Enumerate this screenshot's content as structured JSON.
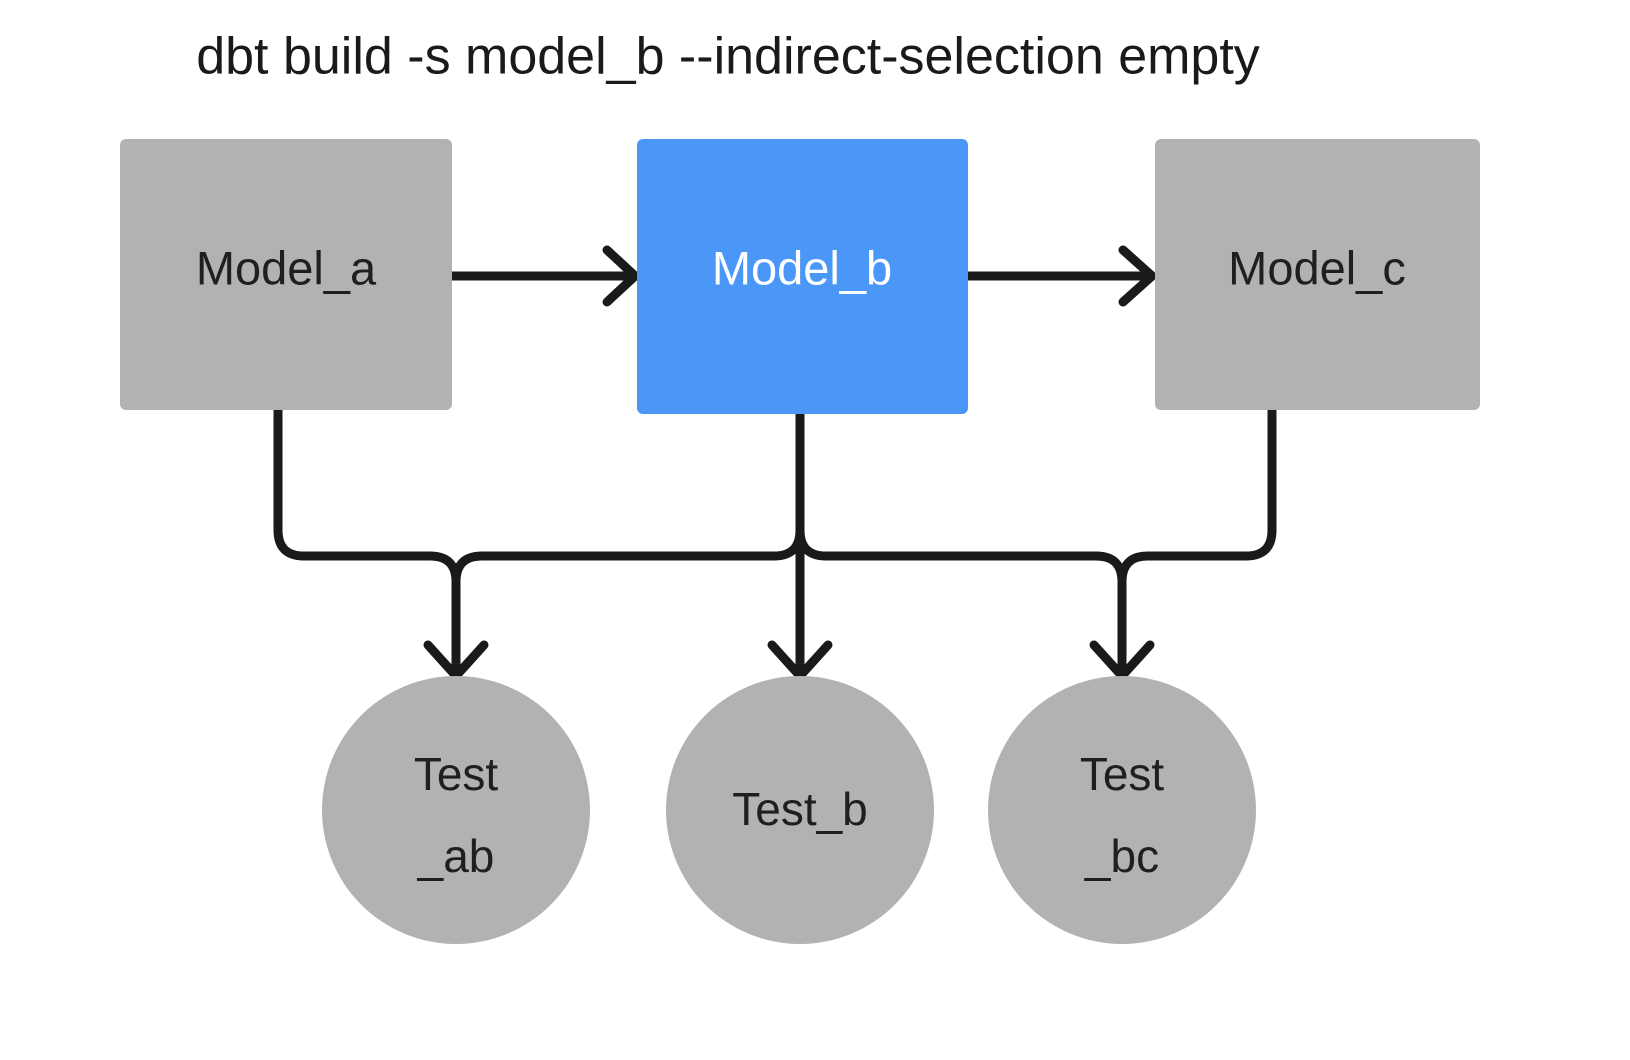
{
  "title": "dbt build -s model_b --indirect-selection empty",
  "colors": {
    "background": "#ffffff",
    "node_gray": "#b2b2b2",
    "node_selected_blue": "#4a97f7",
    "edge_black": "#1a1a1a",
    "text_dark": "#1f1f1f",
    "text_light": "#ffffff"
  },
  "models": [
    {
      "id": "model_a",
      "label": "Model_a",
      "state": "unselected",
      "fill": "#b2b2b2",
      "text_color": "#1f1f1f"
    },
    {
      "id": "model_b",
      "label": "Model_b",
      "state": "selected",
      "fill": "#4a97f7",
      "text_color": "#ffffff"
    },
    {
      "id": "model_c",
      "label": "Model_c",
      "state": "unselected",
      "fill": "#b2b2b2",
      "text_color": "#1f1f1f"
    }
  ],
  "tests": [
    {
      "id": "test_ab",
      "label": "Test_ab",
      "line1": "Test",
      "line2": "_ab",
      "state": "unselected",
      "fill": "#b2b2b2"
    },
    {
      "id": "test_b",
      "label": "Test_b",
      "line1": "Test_b",
      "line2": "",
      "state": "unselected",
      "fill": "#b2b2b2"
    },
    {
      "id": "test_bc",
      "label": "Test_bc",
      "line1": "Test",
      "line2": "_bc",
      "state": "unselected",
      "fill": "#b2b2b2"
    }
  ],
  "edges": [
    {
      "id": "edge-model-a-to-model-b",
      "from": "model_a",
      "to": "model_b",
      "kind": "arrow-right"
    },
    {
      "id": "edge-model-b-to-model-c",
      "from": "model_b",
      "to": "model_c",
      "kind": "arrow-right"
    },
    {
      "id": "edge-model-a-to-test-ab",
      "from": "model_a",
      "to": "test_ab",
      "kind": "elbow-down"
    },
    {
      "id": "edge-model-b-to-test-ab",
      "from": "model_b",
      "to": "test_ab",
      "kind": "elbow-down"
    },
    {
      "id": "edge-model-b-to-test-b",
      "from": "model_b",
      "to": "test_b",
      "kind": "straight-down"
    },
    {
      "id": "edge-model-b-to-test-bc",
      "from": "model_b",
      "to": "test_bc",
      "kind": "elbow-down"
    },
    {
      "id": "edge-model-c-to-test-bc",
      "from": "model_c",
      "to": "test_bc",
      "kind": "elbow-down"
    }
  ]
}
